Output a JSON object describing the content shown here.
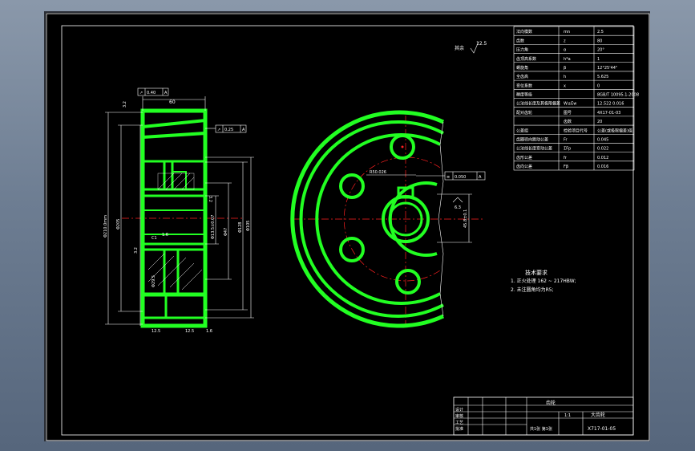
{
  "sheet": {
    "background": "#000000",
    "frame_color": "#ffffff",
    "part_color": "#22ff22",
    "centerline_color": "#ff2020"
  },
  "roughness_note": {
    "prefix": "其余",
    "value": "12.5"
  },
  "params_table": {
    "rows": [
      [
        "法向模数",
        "mn",
        "2.5"
      ],
      [
        "齿数",
        "z",
        "80"
      ],
      [
        "压力角",
        "α",
        "20°"
      ],
      [
        "齿顶高系数",
        "h*a",
        "1"
      ],
      [
        "螺旋角",
        "β",
        "12°25'44\""
      ],
      [
        "全齿高",
        "h",
        "5.625"
      ],
      [
        "变位系数",
        "x",
        "0"
      ],
      [
        "精度等级",
        "",
        "8GB/T 10095.1-2008"
      ],
      [
        "公法线长度及其极限偏差",
        "W±Ew",
        "12.522 0.016"
      ],
      [
        "配对齿轮",
        "图号",
        "4X17-01-03"
      ],
      [
        "",
        "齿数",
        "20"
      ],
      [
        "公差组",
        "检验项目代号",
        "公差(或极限偏差)值"
      ],
      [
        "齿圈径向跳动公差",
        "Fr",
        "0.045"
      ],
      [
        "公法线长度变动公差",
        "ΣFp",
        "0.022"
      ],
      [
        "齿形公差",
        "fr",
        "0.012"
      ],
      [
        "齿向公差",
        "Fβ",
        "0.016"
      ]
    ]
  },
  "section_view": {
    "top_tolerance": "0.40",
    "top_datum": "A",
    "top_dim": "60",
    "runout_tolerance": "0.25",
    "runout_datum": "A",
    "roughness_top": "3.2",
    "roughness_right": "3.2",
    "roughness_bottom_left": "12.5",
    "roughness_bottom_mid": "12.5",
    "roughness_bottom_right": "1.6",
    "roughness_left": "3.2",
    "roughness_hub": "1.6",
    "diam_tip": "Φ210.0mm",
    "diam_ring": "Φ205",
    "diam_bore": "Φ105",
    "diam_hub": "Φ128",
    "diam_shaft": "Φ47",
    "diam_key": "Φ13.5±0.07",
    "chamfer": "C1",
    "diam_hole": "Φ29.5"
  },
  "front_view": {
    "keyway_tolerance": "0.050",
    "keyway_datum": "A",
    "keyway_dim": "R50.026",
    "keyway_depth": "45.8±0.1",
    "roughness_key": "6.3"
  },
  "tech_requirements": {
    "title": "技术要求",
    "items": [
      "1. 正火处理 162 ~ 217HBW;",
      "2. 未注圆角均为R5;"
    ]
  },
  "title_block": {
    "part_name": "齿轮",
    "scale": "1:1",
    "material": "大齿轮",
    "drawing_no": "X717-01-05",
    "sheets": "共1张  第1张",
    "labels": [
      "设计",
      "审核",
      "工艺",
      "批准"
    ]
  }
}
